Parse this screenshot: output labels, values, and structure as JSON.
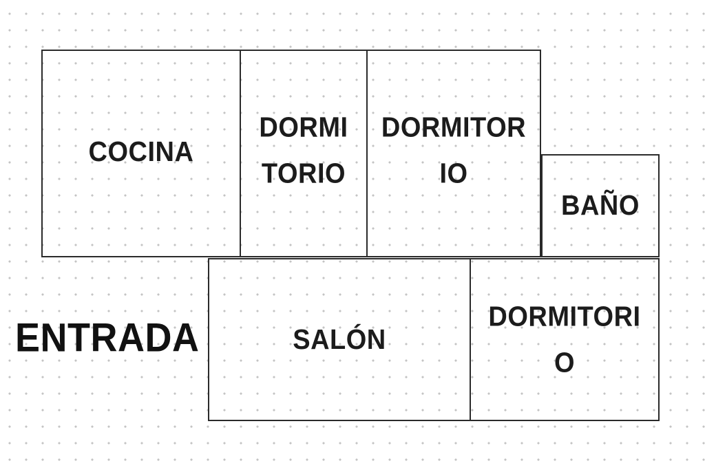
{
  "floor_plan": {
    "rooms": [
      {
        "id": "cocina",
        "label": "COCINA"
      },
      {
        "id": "dormitorio-1",
        "label": "DORMI\nTORIO"
      },
      {
        "id": "dormitorio-2",
        "label": "DORMITOR\nIO"
      },
      {
        "id": "bano",
        "label": "BAÑO"
      },
      {
        "id": "salon",
        "label": "SALÓN"
      },
      {
        "id": "dormitorio-3",
        "label": "DORMITORI\nO"
      }
    ],
    "entrance_label": "ENTRADA"
  },
  "colors": {
    "background": "#ffffff",
    "grid_dots": "#c4c4c4",
    "walls": "#2a2a2a",
    "text": "#1c1c1c"
  }
}
